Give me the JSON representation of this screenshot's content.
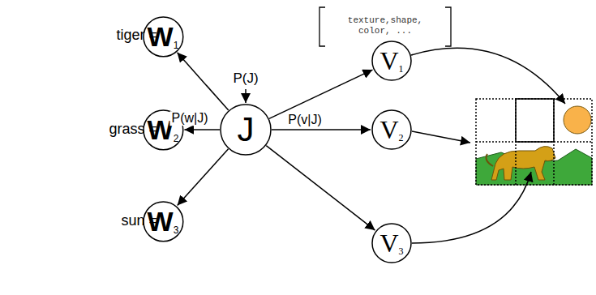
{
  "diagram": {
    "nodes": [
      {
        "text": [
          "W",
          "1"
        ]
      },
      {
        "text": [
          "W",
          "2"
        ]
      },
      {
        "text": [
          "W",
          "3"
        ]
      },
      {
        "text": [
          "J"
        ]
      },
      {
        "text": [
          "V",
          "1"
        ]
      },
      {
        "text": [
          "V",
          "2"
        ]
      },
      {
        "text": [
          "V",
          "3"
        ]
      }
    ],
    "edges": [
      {
        "from": 3,
        "to": 0,
        "arrow": "to"
      },
      {
        "from": 3,
        "to": 1,
        "label": "P(w|J)",
        "arrow": "to"
      },
      {
        "from": 3,
        "to": 2,
        "arrow": "to"
      },
      {
        "from": 3,
        "to": 4,
        "arrow": "to"
      },
      {
        "from": 3,
        "to": 5,
        "label": "P(v|J)",
        "arrow": "to"
      },
      {
        "from": 3,
        "to": 6,
        "arrow": "to"
      }
    ],
    "labels": [
      "tiger =",
      "grass =",
      "sun =",
      "P(J)",
      "texture,shape, color, ..."
    ]
  }
}
